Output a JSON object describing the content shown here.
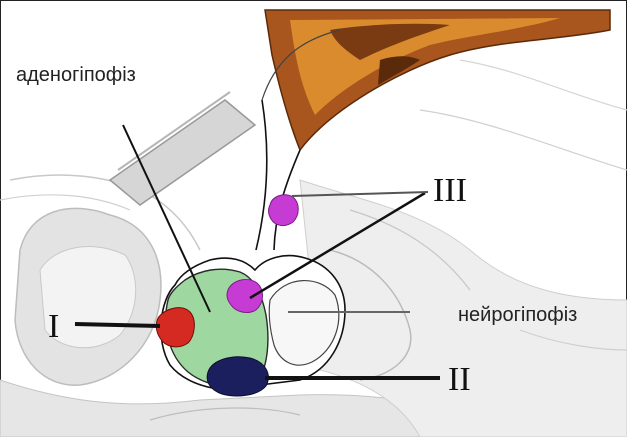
{
  "diagram": {
    "labels": {
      "adenohypophysis": "аденогіпофіз",
      "neurohypophysis": "нейрогіпофіз",
      "marker_1": "I",
      "marker_2": "II",
      "marker_3": "III"
    },
    "colors": {
      "outline": "#111111",
      "adenohypophysis_fill": "#9fd7a0",
      "spot_red": "#d42a22",
      "spot_navy": "#1c1f5e",
      "spot_magenta": "#c63bd4",
      "brain_brown": "#a8551e",
      "brain_orange": "#d98b2d",
      "tissue_gray": "#d9d9d9"
    }
  }
}
